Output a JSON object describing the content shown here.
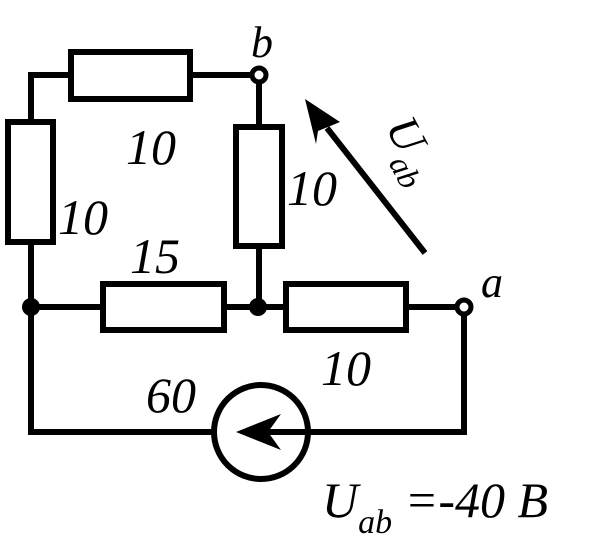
{
  "diagram": {
    "colors": {
      "stroke": "#000000",
      "background": "#ffffff"
    },
    "nodes": {
      "b": "b",
      "a": "a"
    },
    "resistors": {
      "top": "10",
      "left": "10",
      "middle_vertical": "10",
      "middle_horizontal": "15",
      "bottom_right": "10"
    },
    "current_source": {
      "value": "60"
    },
    "voltage_arrow": {
      "symbol": "U",
      "subscript": "ab"
    },
    "result": {
      "symbol": "U",
      "subscript": "ab",
      "value_text": " =-40 B"
    }
  }
}
